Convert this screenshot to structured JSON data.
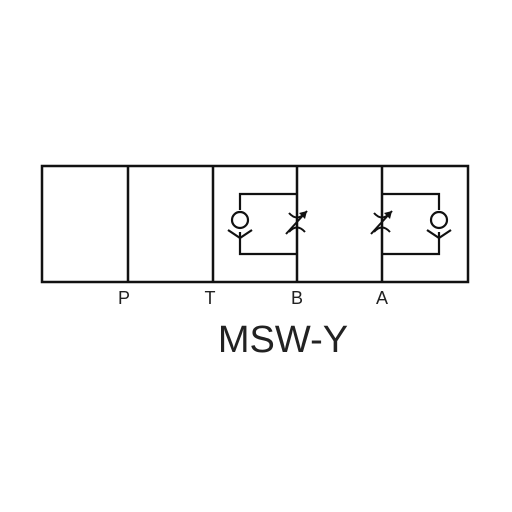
{
  "diagram": {
    "model": "MSW-Y",
    "ports": [
      {
        "label": "P"
      },
      {
        "label": "T"
      },
      {
        "label": "B"
      },
      {
        "label": "A"
      }
    ],
    "components": {
      "check_valves": 2,
      "adjustable_throttles": 2
    },
    "colors": {
      "line": "#111111",
      "background": "#ffffff"
    }
  }
}
